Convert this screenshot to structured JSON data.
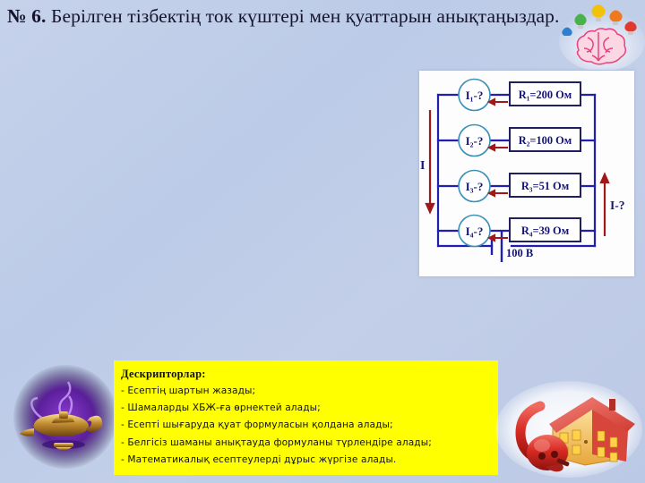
{
  "slide": {
    "background_color": "#c2cfe8"
  },
  "title": {
    "number": "№ 6.",
    "text": "Берілген тізбектің ток күштері мен қуаттарын анықтаңыздар."
  },
  "circuit": {
    "panel_background": "#fdfdfd",
    "wire_color": "#2020b0",
    "arrow_color": "#a01818",
    "text_color": "#141478",
    "node_circle_color": "#3a8fb7",
    "left_current_label": "I",
    "right_current_label": "I-?",
    "source_label": "100 В",
    "branches": [
      {
        "current_label": "I₁-?",
        "resistor_label": "R₁=200 Ом"
      },
      {
        "current_label": "I₂-?",
        "resistor_label": "R₂=100 Ом"
      },
      {
        "current_label": "I₃-?",
        "resistor_label": "R₃=51 Ом"
      },
      {
        "current_label": "I₄-?",
        "resistor_label": "R₄=39 Ом"
      }
    ]
  },
  "descriptors": {
    "background_color": "#ffff00",
    "heading": "Дескрипторлар:",
    "items": [
      "- Есептің шартын жазады;",
      "- Шамаларды ХБЖ-ға өрнектей алады;",
      "- Есепті шығаруда қуат формуласын қолдана алады;",
      "- Белгісіз шаманы анықтауда формуланы түрлендіре алады;",
      "- Математикалық есептеулерді дұрыс жүргізе алады."
    ]
  },
  "decorations": {
    "top_right": "brain-with-lightbulbs-icon",
    "bottom_left": "magic-lamp-icon",
    "bottom_right": "power-plug-and-house-icon"
  }
}
